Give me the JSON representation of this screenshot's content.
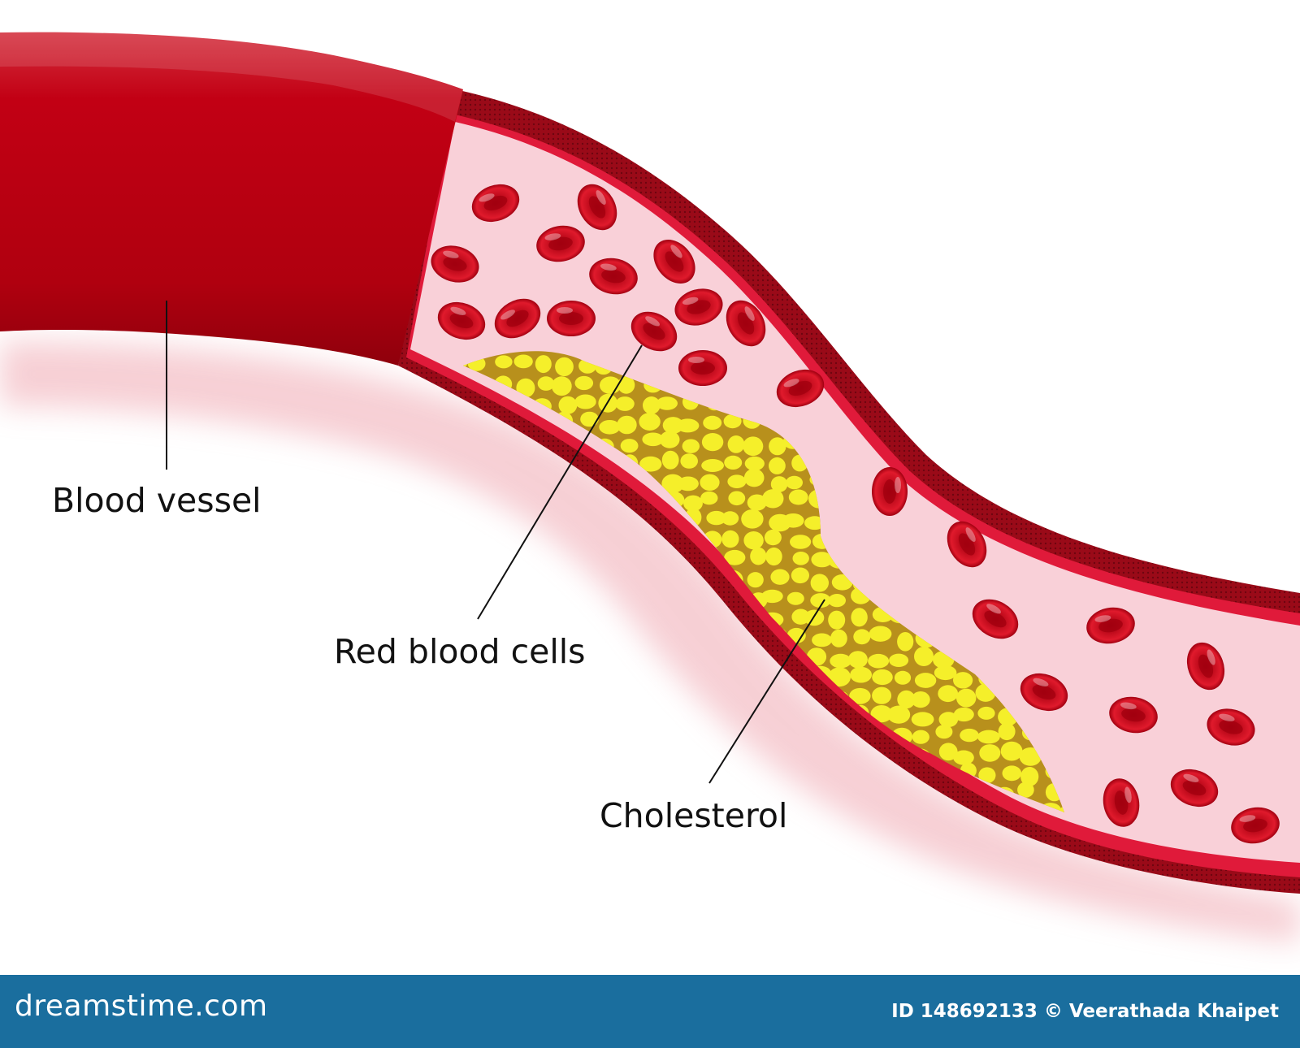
{
  "labels": {
    "blood_vessel": "Blood vessel",
    "red_blood_cells": "Red blood cells",
    "cholesterol": "Cholesterol"
  },
  "footer": {
    "logo": "dreamstime.com",
    "credit": "ID 148692133 © Veerathada Khaipet"
  },
  "colors": {
    "vessel": "#b8000f",
    "lumen": "#f9d0d8",
    "plaque": "#f5ef2a",
    "plaque_matrix": "#b8901c",
    "footer": "#1a6e9e"
  }
}
